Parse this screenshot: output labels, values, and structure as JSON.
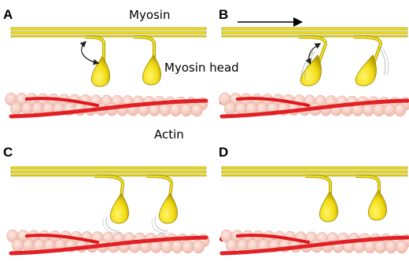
{
  "labels": {
    "myosin": "Myosin",
    "myosin_head": "Myosin head",
    "actin": "Actin"
  },
  "panels": [
    {
      "letter": "A"
    },
    {
      "letter": "B"
    },
    {
      "letter": "C"
    },
    {
      "letter": "D"
    }
  ],
  "colors": {
    "myosin_fill": "#f2e21a",
    "myosin_stroke": "#9a8a00",
    "actin_bead": "#f7cfc4",
    "actin_bead_edge": "#e4a99c",
    "actin_strand": "#e0161b",
    "arrow": "#000000"
  },
  "icons": [
    "motion-arrow-icon",
    "curved-double-arrow-icon"
  ]
}
